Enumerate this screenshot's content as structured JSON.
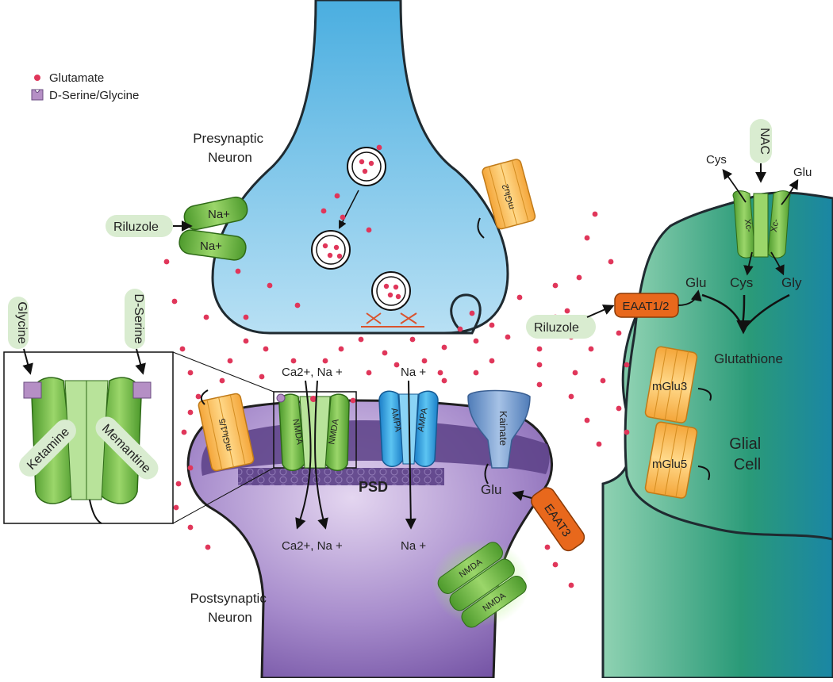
{
  "legend": {
    "glutamate": "Glutamate",
    "dserine_glycine": "D-Serine/Glycine"
  },
  "cells": {
    "presynaptic": [
      "Presynaptic",
      "Neuron"
    ],
    "postsynaptic": [
      "Postsynaptic",
      "Neuron"
    ],
    "glial": [
      "Glial",
      "Cell"
    ]
  },
  "drugs": {
    "riluzole_top": "Riluzole",
    "riluzole_right": "Riluzole",
    "nac": "NAC",
    "glycine": "Glycine",
    "dserine": "D-Serine",
    "ketamine": "Ketamine",
    "memantine": "Memantine"
  },
  "channels": {
    "na1": "Na+",
    "na2": "Na+",
    "mglu2": "mGlu2",
    "mglu15": "mGlu1/5",
    "nmda1": "NMDA",
    "nmda2": "NMDA",
    "ampa1": "AMPA",
    "ampa2": "AMPA",
    "kainate": "Kainate",
    "eaat12": "EAAT1/2",
    "eaat3": "EAAT3",
    "mglu3": "mGlu3",
    "mglu5": "mGlu5",
    "xc1": "Xc-",
    "xc2": "Xc-",
    "nmda_extra1": "NMDA",
    "nmda_extra2": "NMDA"
  },
  "ions": {
    "ca_na_in": "Ca2+, Na +",
    "na_in": "Na +",
    "ca_na_out": "Ca2+, Na +",
    "na_out": "Na +"
  },
  "metabolites": {
    "cys_top": "Cys",
    "glu_top": "Glu",
    "glu_glia": "Glu",
    "cys_glia": "Cys",
    "gly_glia": "Gly",
    "glutathione": "Glutathione",
    "glu_post": "Glu"
  },
  "psd": "PSD",
  "colors": {
    "presynaptic": "#5bb6e4",
    "postsynaptic": "#7a56ae",
    "glial": "#2f9a78",
    "glutamate": "#e0365a",
    "nmda": "#7cc04a",
    "ampa": "#2b9fe0",
    "kainate": "#6f94c8",
    "mglu": "#f6b244",
    "eaat": "#e8681c",
    "drug_pill": "#d9ecd0",
    "dserine": "#b58fc5"
  }
}
